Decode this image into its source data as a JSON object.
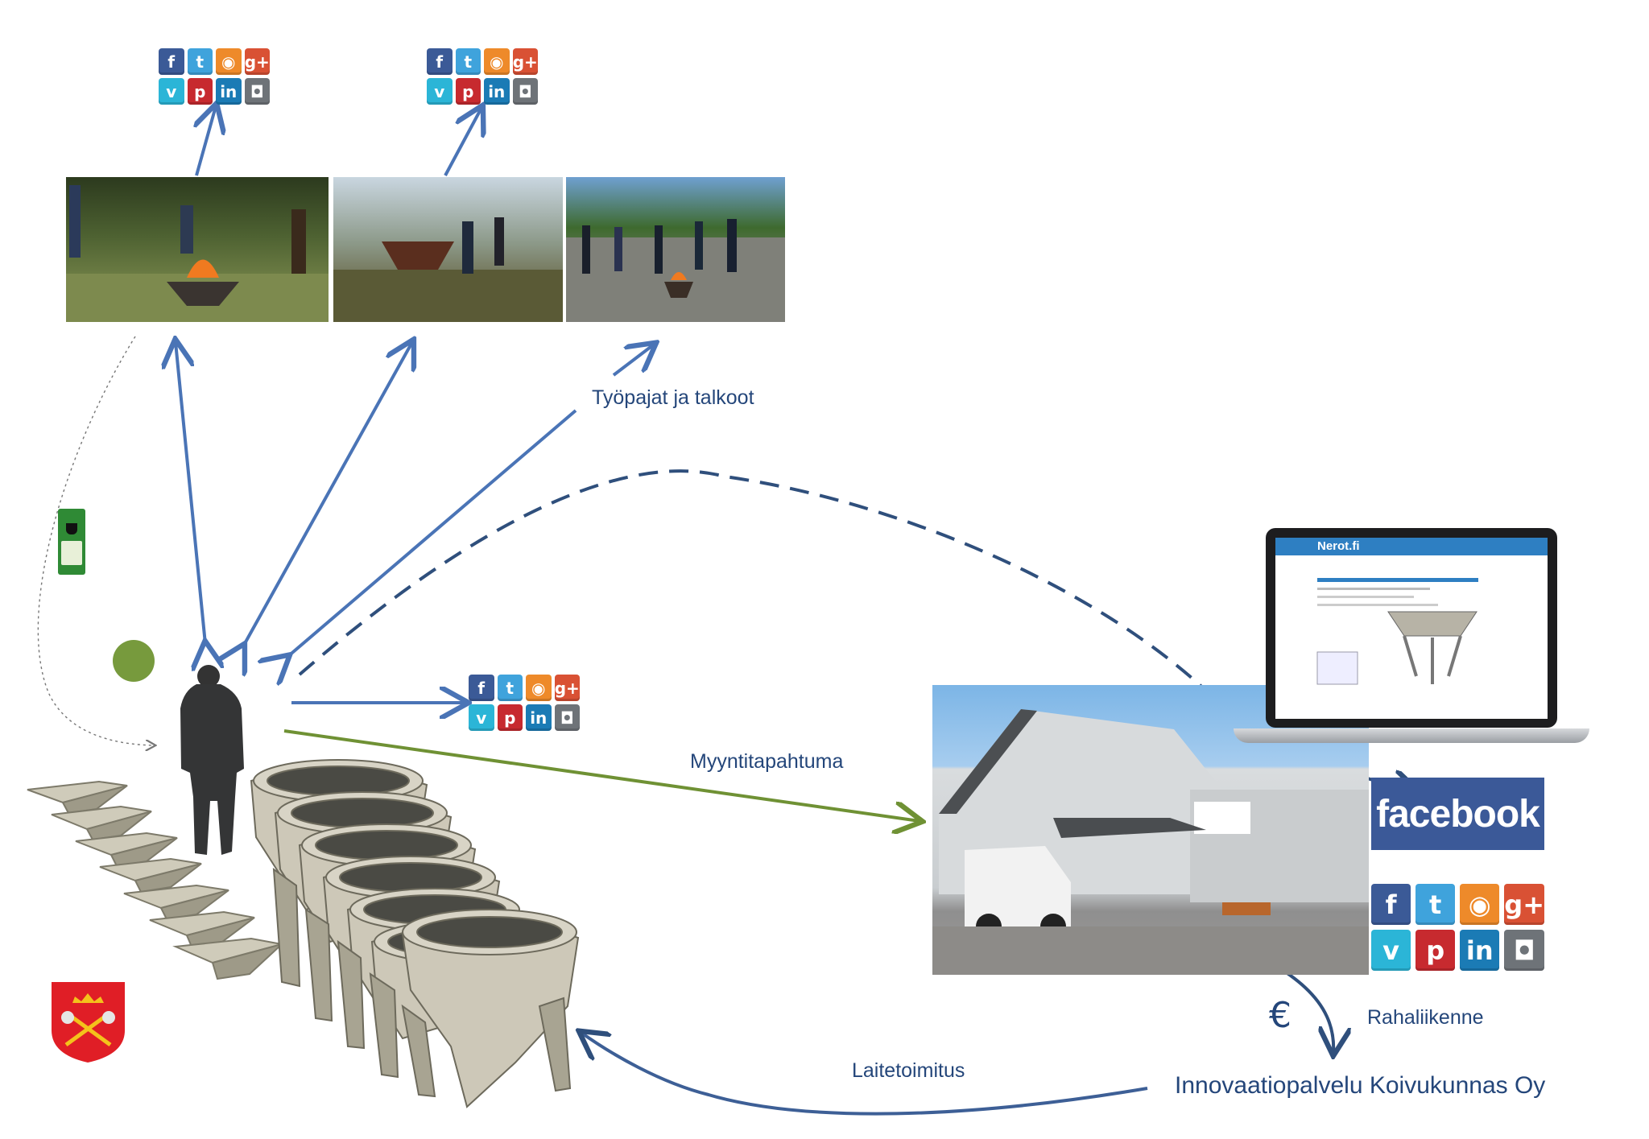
{
  "labels": {
    "workshops": "Työpajat ja talkoot",
    "sales_event": "Myyntitapahtuma",
    "money_flow": "Rahaliikenne",
    "delivery": "Laitetoimitus",
    "company": "Innovaatiopalvelu Koivukunnas Oy",
    "currency": "€"
  },
  "facebook": {
    "text": "facebook"
  },
  "website": {
    "logo": "Nerot.fi"
  },
  "social_icons": [
    {
      "name": "facebook-icon",
      "glyph": "f",
      "color": "#3b5a97"
    },
    {
      "name": "twitter-icon",
      "glyph": "t",
      "color": "#3fa3dc"
    },
    {
      "name": "rss-icon",
      "glyph": "◉",
      "color": "#ee8a2a"
    },
    {
      "name": "google-plus-icon",
      "glyph": "g+",
      "color": "#d95134"
    },
    {
      "name": "vimeo-icon",
      "glyph": "v",
      "color": "#2bb5d7"
    },
    {
      "name": "pinterest-icon",
      "glyph": "p",
      "color": "#c72a2f"
    },
    {
      "name": "linkedin-icon",
      "glyph": "in",
      "color": "#1b7bb5"
    },
    {
      "name": "instagram-icon",
      "glyph": "◘",
      "color": "#6e7378"
    }
  ],
  "colors": {
    "arrow_blue": "#4a74b6",
    "arrow_green": "#6f9134",
    "dashed_navy": "#2f4f7c",
    "label_text": "#24467a"
  }
}
